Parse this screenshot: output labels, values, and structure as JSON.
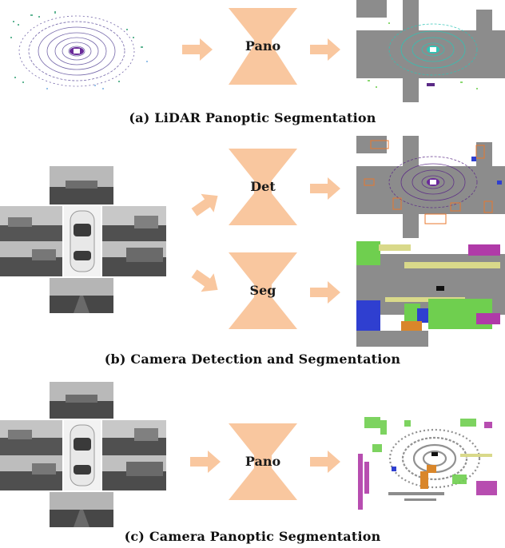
{
  "figure": {
    "caption_a": "(a) LiDAR Panoptic Segmentation",
    "caption_b": "(b) Camera Detection and Segmentation",
    "caption_c": "(c) Camera Panoptic Segmentation"
  },
  "networks": {
    "a": "Pano",
    "b_det": "Det",
    "b_seg": "Seg",
    "c": "Pano"
  },
  "colors": {
    "network": "#f9c79f",
    "arrow": "#f9c79f",
    "ground": "#8c8c8c",
    "lidar_purple": "#5b2a86",
    "lidar_teal": "#2ec4b6",
    "det_box": "#e8772e",
    "vegetation": "#6fcf4f",
    "sidewalk": "#d9d98a",
    "car": "#2f3fd0",
    "person": "#d9862a",
    "building": "#b03aa8"
  }
}
